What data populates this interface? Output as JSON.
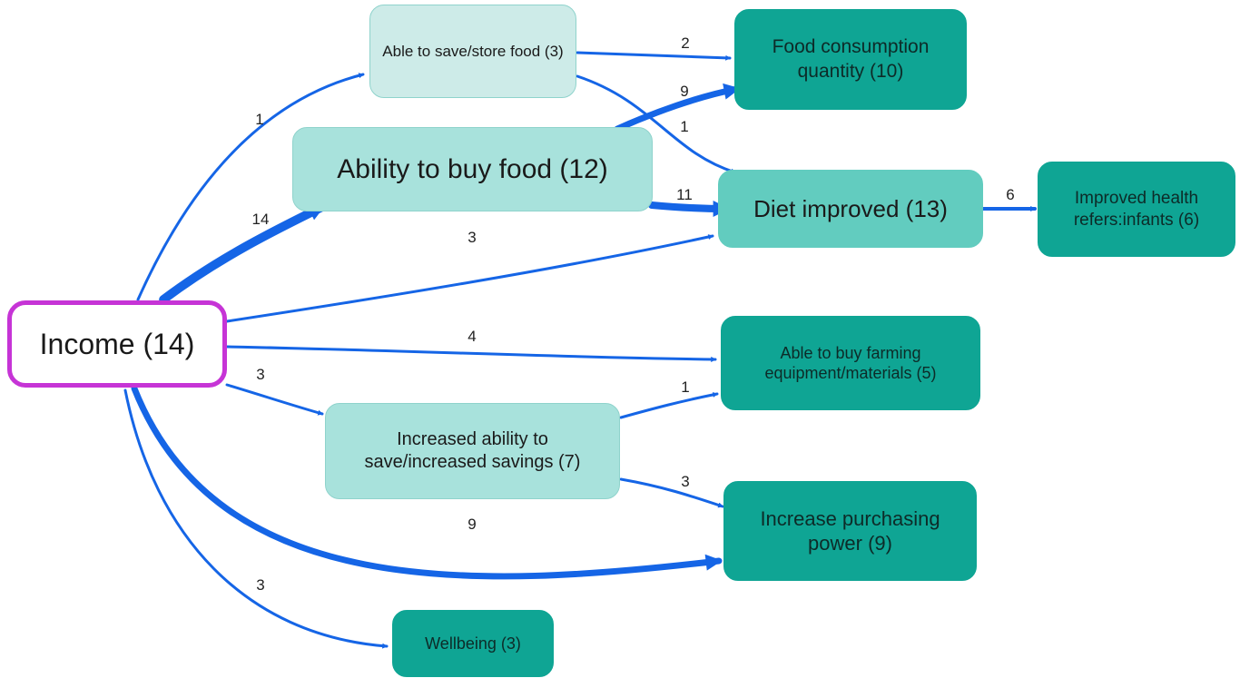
{
  "colors": {
    "edge": "#1565e6",
    "focus_border": "#c634d6",
    "light_node": "#cdebe8",
    "mid_node": "#a8e2dc",
    "dark_node": "#0fa594"
  },
  "nodes": {
    "income": "Income (14)",
    "save_store": "Able to save/store food (3)",
    "buy_food": "Ability to buy food (12)",
    "food_quantity": "Food consumption quantity (10)",
    "diet": "Diet improved (13)",
    "health": "Improved health refers:infants (6)",
    "farming": "Able to buy farming equipment/materials (5)",
    "savings": "Increased ability to save/increased savings (7)",
    "purchasing": "Increase purchasing power (9)",
    "wellbeing": "Wellbeing (3)"
  },
  "edges": {
    "income_save": {
      "label": "1",
      "weight": 1
    },
    "income_buy": {
      "label": "14",
      "weight": 14
    },
    "income_diet": {
      "label": "3",
      "weight": 3
    },
    "income_farming": {
      "label": "4",
      "weight": 4
    },
    "income_savings": {
      "label": "3",
      "weight": 3
    },
    "income_purchasing": {
      "label": "9",
      "weight": 9
    },
    "income_wellbeing": {
      "label": "3",
      "weight": 3
    },
    "save_food": {
      "label": "2",
      "weight": 2
    },
    "save_diet": {
      "label": "1",
      "weight": 1
    },
    "buy_food_qty": {
      "label": "9",
      "weight": 9
    },
    "buy_diet": {
      "label": "11",
      "weight": 11
    },
    "diet_health": {
      "label": "6",
      "weight": 6
    },
    "savings_farming": {
      "label": "1",
      "weight": 1
    },
    "savings_purchasing": {
      "label": "3",
      "weight": 3
    }
  }
}
